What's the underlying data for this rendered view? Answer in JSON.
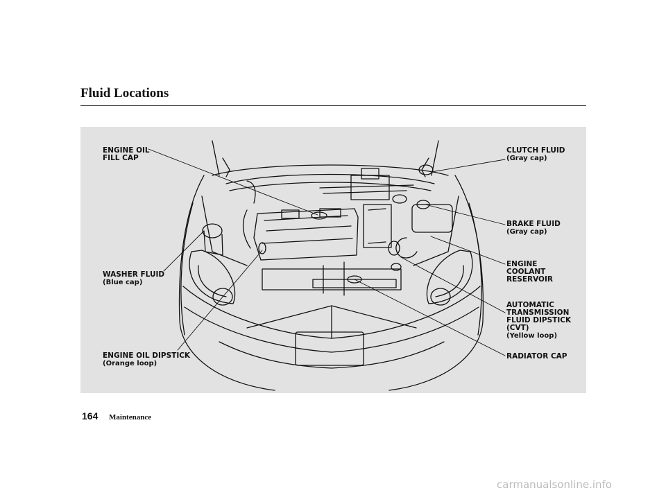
{
  "page": {
    "title": "Fluid Locations",
    "page_number": "164",
    "section": "Maintenance",
    "watermark": "carmanualsonline.info"
  },
  "labels": {
    "engine_oil_fill_cap": [
      "ENGINE OIL",
      "FILL CAP"
    ],
    "washer_fluid": [
      "WASHER FLUID",
      "(Blue cap)"
    ],
    "engine_oil_dipstick": [
      "ENGINE OIL DIPSTICK",
      "(Orange loop)"
    ],
    "clutch_fluid": [
      "CLUTCH FLUID",
      "(Gray cap)"
    ],
    "brake_fluid": [
      "BRAKE FLUID",
      "(Gray cap)"
    ],
    "engine_coolant_reservoir": [
      "ENGINE",
      "COOLANT",
      "RESERVOIR"
    ],
    "automatic_transmission_fluid_dipstick": [
      "AUTOMATIC",
      "TRANSMISSION",
      "FLUID DIPSTICK",
      "(CVT)",
      "(Yellow loop)"
    ],
    "radiator_cap": [
      "RADIATOR CAP"
    ]
  },
  "colors": {
    "figure_background": "#e2e2e2",
    "line": "#111111"
  }
}
